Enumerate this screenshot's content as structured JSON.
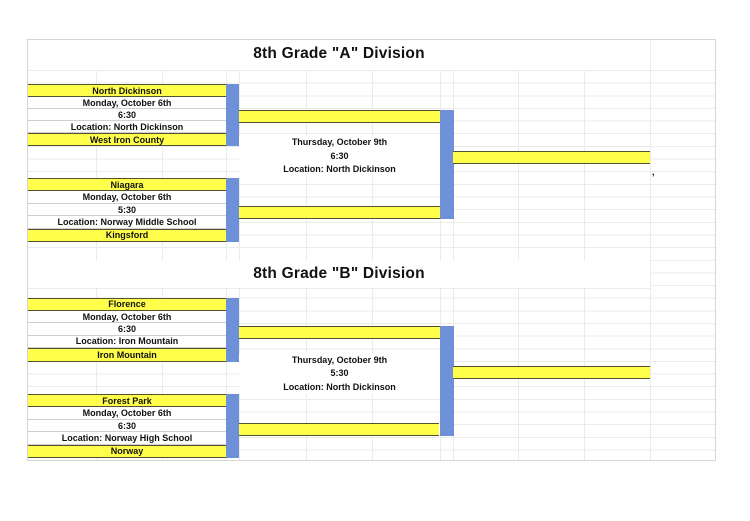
{
  "colors": {
    "team_highlight": "#ffff4b",
    "connector_blue": "#6e90d8",
    "grid_line": "#ebebeb",
    "cell_border": "#cfcfcf",
    "highlight_border": "#53532f",
    "text": "#111111"
  },
  "divisions": [
    {
      "title": "8th Grade \"A\" Division",
      "matchups": [
        {
          "team_top": "North Dickinson",
          "date": "Monday, October 6th",
          "time": "6:30",
          "location": "Location: North Dickinson",
          "team_bottom": "West Iron County"
        },
        {
          "team_top": "Niagara",
          "date": "Monday, October 6th",
          "time": "5:30",
          "location": "Location: Norway Middle School",
          "team_bottom": "Kingsford"
        }
      ],
      "final": {
        "date": "Thursday, October 9th",
        "time": "6:30",
        "location": "Location: North Dickinson"
      },
      "stray_text": ","
    },
    {
      "title": "8th Grade \"B\" Division",
      "matchups": [
        {
          "team_top": "Florence",
          "date": "Monday, October 6th",
          "time": "6:30",
          "location": "Location: Iron Mountain",
          "team_bottom": "Iron Mountain"
        },
        {
          "team_top": "Forest Park",
          "date": "Monday, October 6th",
          "time": "6:30",
          "location": "Location: Norway High School",
          "team_bottom": "Norway"
        }
      ],
      "final": {
        "date": "Thursday, October 9th",
        "time": "5:30",
        "location": "Location: North Dickinson"
      }
    }
  ]
}
